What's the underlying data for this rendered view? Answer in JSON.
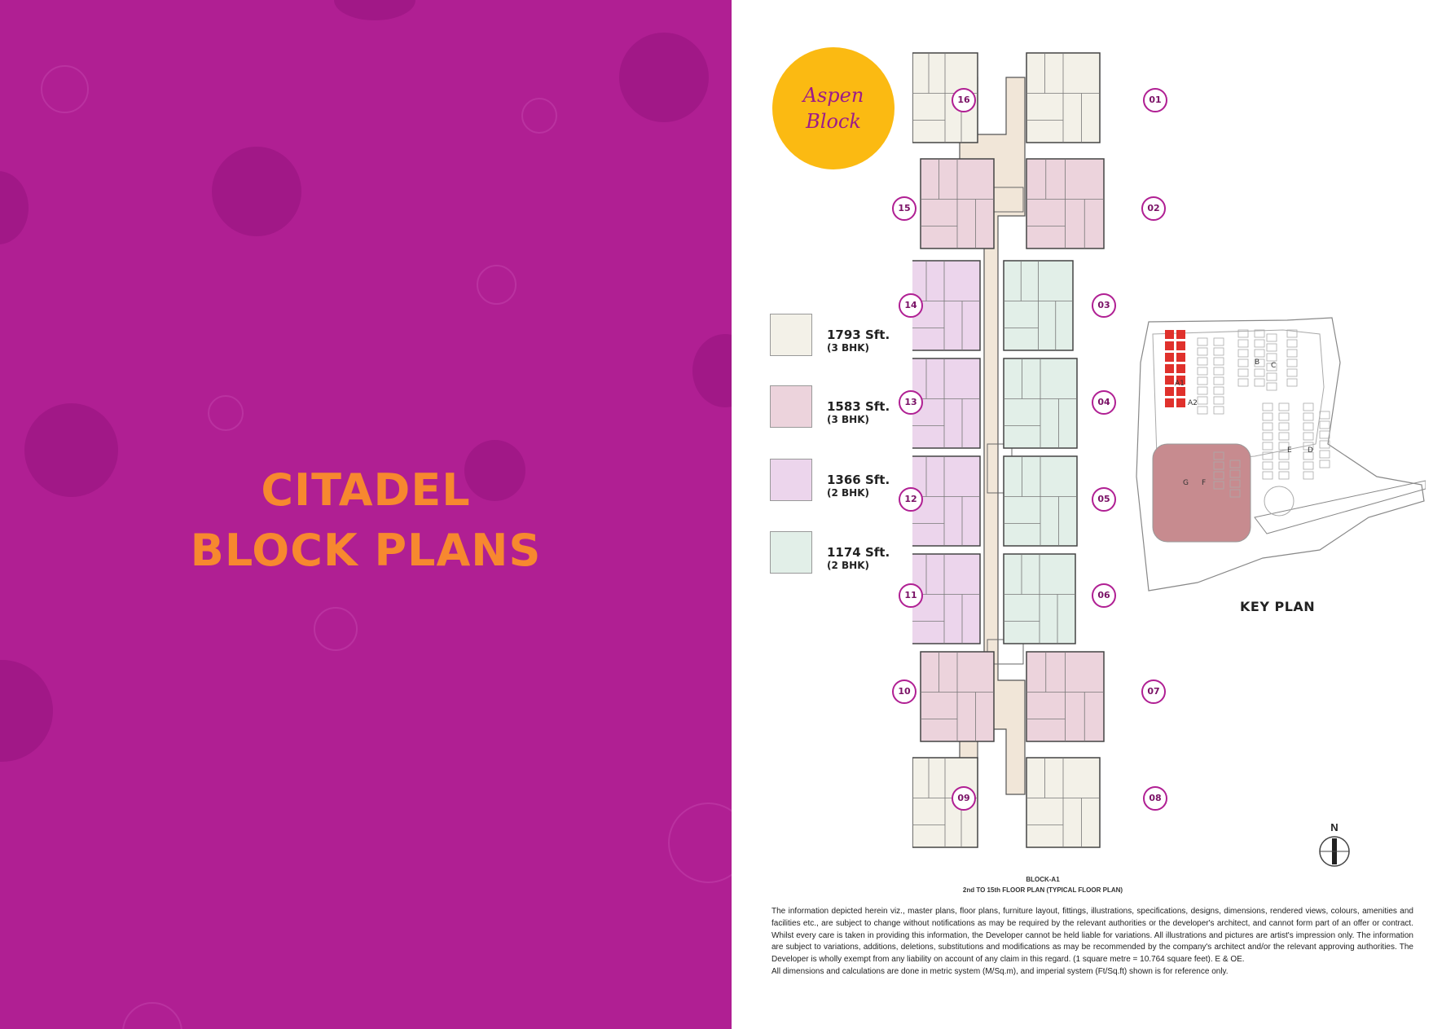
{
  "left_panel": {
    "title_line1": "CITADEL",
    "title_line2": "BLOCK PLANS",
    "colors": {
      "background": "#b01f93",
      "title": "#f7882f"
    }
  },
  "badge": {
    "line1": "Aspen",
    "line2": "Block",
    "color": "#fbba12"
  },
  "legend": [
    {
      "size": "1793 Sft.",
      "type": "(3 BHK)",
      "color": "#f3f1e8"
    },
    {
      "size": "1583 Sft.",
      "type": "(3 BHK)",
      "color": "#ecd3dc"
    },
    {
      "size": "1366 Sft.",
      "type": "(2 BHK)",
      "color": "#ecd5ec"
    },
    {
      "size": "1174 Sft.",
      "type": "(2 BHK)",
      "color": "#e2efe8"
    }
  ],
  "units": [
    "01",
    "02",
    "03",
    "04",
    "05",
    "06",
    "07",
    "08",
    "09",
    "10",
    "11",
    "12",
    "13",
    "14",
    "15",
    "16"
  ],
  "key_plan": {
    "label": "KEY PLAN",
    "blocks": [
      "A1",
      "A2",
      "B",
      "C",
      "D",
      "E",
      "F",
      "G"
    ],
    "highlight_color": "#e0312c"
  },
  "compass": "N",
  "caption": {
    "line1": "BLOCK-A1",
    "line2": "2nd TO 15th FLOOR PLAN (TYPICAL FLOOR PLAN)"
  },
  "disclaimer": {
    "paragraph": "The information depicted herein viz., master plans, floor plans, furniture layout, fittings, illustrations, specifications, designs, dimensions, rendered views, colours, amenities and facilities etc., are subject to change without notifications as may be required by the relevant authorities or the developer's architect, and cannot form part of an offer or contract. Whilst every care is taken in providing this information, the Developer cannot be held liable for variations. All illustrations and pictures are artist's impression only. The information are subject to variations, additions, deletions, substitutions and modifications as may be recommended by the company's architect and/or the relevant approving authorities. The Developer is wholly exempt from any liability on account of any claim in this regard. (1 square metre = 10.764 square feet). E & OE.",
    "note": "All dimensions and calculations are done in metric system (M/Sq.m), and imperial system (Ft/Sq.ft) shown is for reference only."
  }
}
